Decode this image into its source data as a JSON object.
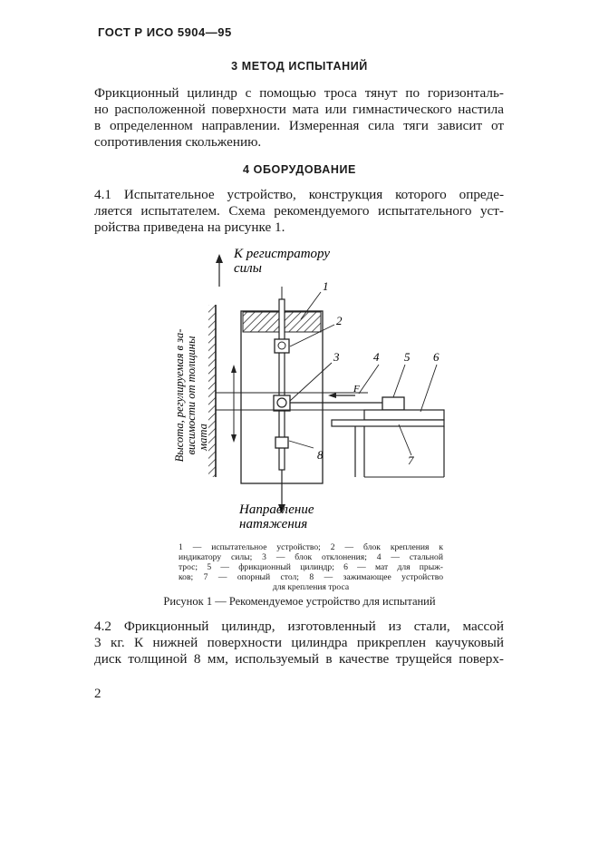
{
  "header": "ГОСТ Р ИСО 5904—95",
  "section3": {
    "title": "3 МЕТОД ИСПЫТАНИЙ",
    "lines": [
      "Фрикционный цилиндр с помощью троса тянут по горизонталь-",
      "но расположенной поверхности мата или гимнастического настила",
      "в определенном направлении. Измеренная сила тяги зависит от",
      "сопротивления скольжению."
    ]
  },
  "section4": {
    "title": "4 ОБОРУДОВАНИЕ",
    "lines": [
      "4.1 Испытательное устройство, конструкция которого опреде-",
      "ляется испытателем. Схема рекомендуемого испытательного уст-",
      "ройства приведена на рисунке 1."
    ]
  },
  "figure": {
    "label_top_line1": "К регистратору",
    "label_top_line2": "силы",
    "label_bottom_line1": "Направление",
    "label_bottom_line2": "натяжения",
    "label_side_line1": "Высота, регулируемая в за-",
    "label_side_line2": "висимости от толщины",
    "label_side_line3": "мата",
    "force_label": "F",
    "callouts": [
      "1",
      "2",
      "3",
      "4",
      "5",
      "6",
      "7",
      "8"
    ],
    "legend_lines": [
      "1 — испытательное устройство; 2 — блок крепления к",
      "индикатору силы; 3 — блок отклонения; 4 — стальной",
      "трос; 5 — фрикционный цилиндр; 6 — мат для прыж-",
      "ков; 7 — опорный стол; 8 — зажимающее устройство",
      "для крепления троса"
    ],
    "title": "Рисунок 1 — Рекомендуемое устройство для испытаний"
  },
  "section42": {
    "lines": [
      "4.2 Фрикционный цилиндр, изготовленный из стали, массой",
      "3 кг. К нижней поверхности цилиндра прикреплен каучуковый",
      "диск толщиной 8 мм, используемый в качестве трущейся поверх-"
    ]
  },
  "page_number": "2"
}
